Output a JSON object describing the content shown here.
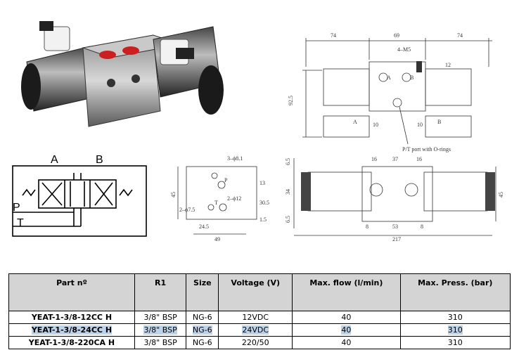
{
  "photo": {
    "alt": "solenoid valve photo"
  },
  "symbol": {
    "port_a": "A",
    "port_b": "B",
    "port_p": "P",
    "port_t": "T"
  },
  "top_view": {
    "dims": {
      "left": "74",
      "middle": "69",
      "right": "74",
      "holes": "4–M5",
      "d12": "12",
      "height": "92.5",
      "d10a": "10",
      "d10b": "10"
    },
    "labels": {
      "a": "A",
      "b": "B",
      "pt_note": "P/T port with O-rings"
    }
  },
  "port_view": {
    "dims": {
      "hole": "3–ϕ8.1",
      "h45": "45",
      "h13": "13",
      "h305": "30.5",
      "h15": "1.5",
      "p75": "2–ϕ7.5",
      "p12": "2–ϕ12",
      "w245": "24.5",
      "w49": "49"
    },
    "labels": {
      "p": "P",
      "t": "T"
    }
  },
  "side_view": {
    "dims": {
      "d16a": "16",
      "d37": "37",
      "d16b": "16",
      "h65a": "6.5",
      "h34": "34",
      "h65b": "6.5",
      "h45": "45",
      "d8a": "8",
      "d53": "53",
      "d8b": "8",
      "total": "217"
    }
  },
  "table": {
    "headers": [
      "Part nº",
      "R1",
      "Size",
      "Voltage (V)",
      "Max. flow (l/min)",
      "Max. Press. (bar)"
    ],
    "rows": [
      {
        "part": "YEAT-1-3/8-12CC H",
        "r1": "3/8\" BSP",
        "size": "NG-6",
        "voltage": "12VDC",
        "flow": "40",
        "press": "310"
      },
      {
        "part": "YEAT-1-3/8-24CC H",
        "r1": "3/8\" BSP",
        "size": "NG-6",
        "voltage": "24VDC",
        "flow": "40",
        "press": "310"
      },
      {
        "part": "YEAT-1-3/8-220CA H",
        "r1": "3/8\" BSP",
        "size": "NG-6",
        "voltage": "220/50",
        "flow": "40",
        "press": "310"
      }
    ]
  }
}
